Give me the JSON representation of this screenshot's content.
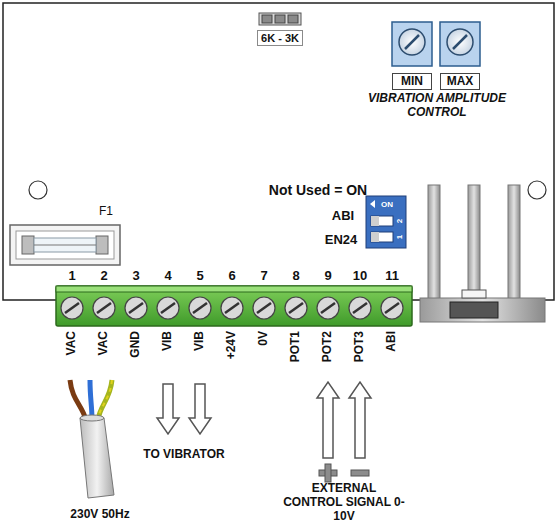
{
  "diagram": {
    "nodes": [
      {
        "text": [
          "6K - 3K"
        ]
      },
      {
        "text": [
          "MIN"
        ]
      },
      {
        "text": [
          "MAX"
        ]
      }
    ],
    "labels": [
      "VIBRATION AMPLITUDE CONTROL",
      "F1",
      "Not Used = ON",
      "ABI",
      "ON",
      "2",
      "1",
      "EN24",
      "1",
      "2",
      "3",
      "4",
      "5",
      "6",
      "7",
      "8",
      "9",
      "10",
      "11",
      "VAC",
      "VAC",
      "GND",
      "VIB",
      "VIB",
      "+24V",
      "0V",
      "POT1",
      "POT2",
      "POT3",
      "ABI",
      "TO VIBRATOR",
      "230V 50Hz",
      "EXTERNAL CONTROL SIGNAL 0-10V"
    ]
  }
}
